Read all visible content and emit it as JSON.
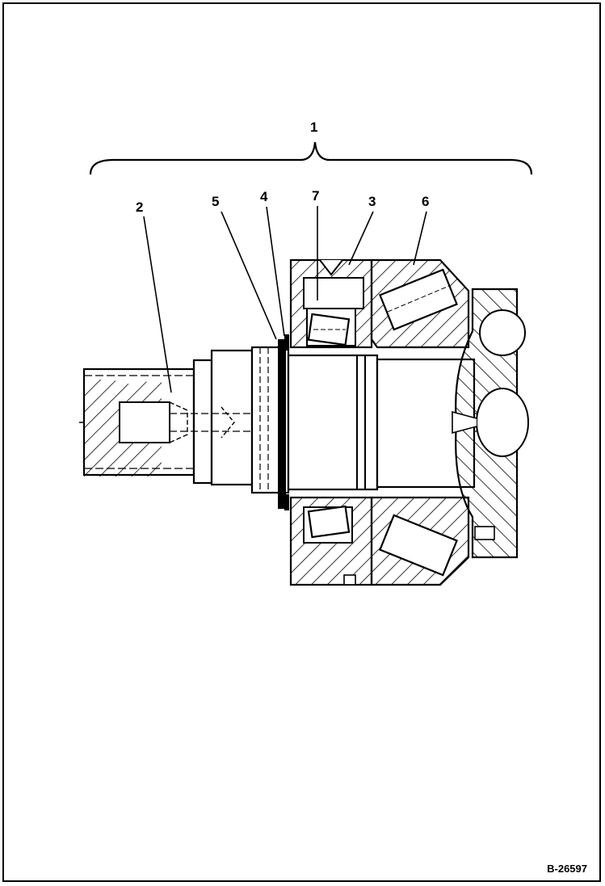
{
  "figure": {
    "id": "B-26597",
    "callouts": {
      "assembly": "1",
      "shaft": "2",
      "bearing_cup": "3",
      "snap_ring": "4",
      "washer": "5",
      "housing": "6",
      "bearing_cone": "7"
    }
  },
  "colors": {
    "ink": "#000000",
    "paper": "#ffffff"
  }
}
